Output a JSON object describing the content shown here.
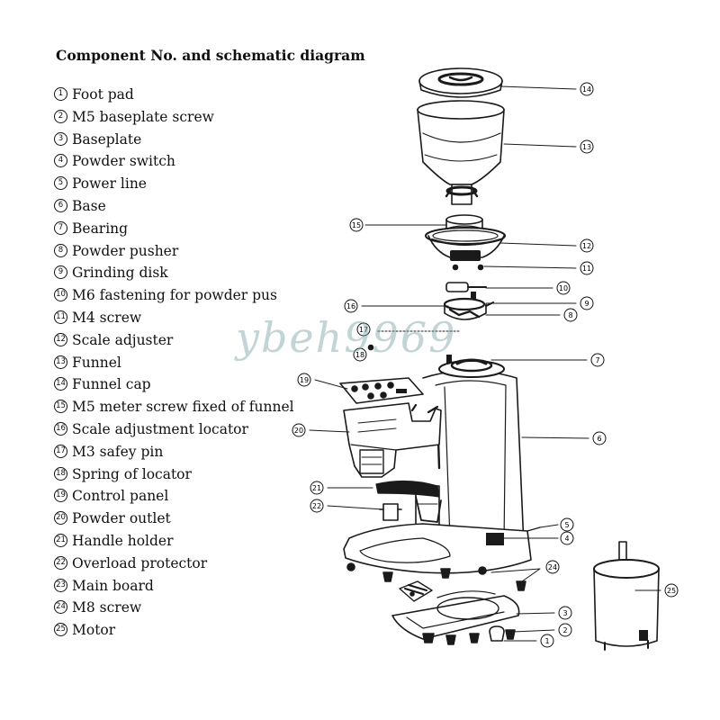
{
  "title": "Component No. and schematic diagram",
  "watermark": "ybeh9969",
  "components": [
    {
      "no": "1",
      "name": "Foot pad"
    },
    {
      "no": "2",
      "name": "M5 baseplate screw"
    },
    {
      "no": "3",
      "name": "Baseplate"
    },
    {
      "no": "4",
      "name": "Powder switch"
    },
    {
      "no": "5",
      "name": "Power line"
    },
    {
      "no": "6",
      "name": "Base"
    },
    {
      "no": "7",
      "name": "Bearing"
    },
    {
      "no": "8",
      "name": "Powder pusher"
    },
    {
      "no": "9",
      "name": "Grinding disk"
    },
    {
      "no": "10",
      "name": "M6 fastening  for powder pus"
    },
    {
      "no": "11",
      "name": "M4 screw"
    },
    {
      "no": "12",
      "name": "Scale adjuster"
    },
    {
      "no": "13",
      "name": "Funnel"
    },
    {
      "no": "14",
      "name": "Funnel cap"
    },
    {
      "no": "15",
      "name": "M5 meter screw fixed of funnel"
    },
    {
      "no": "16",
      "name": "Scale adjustment locator"
    },
    {
      "no": "17",
      "name": "M3 safey pin"
    },
    {
      "no": "18",
      "name": "Spring of locator"
    },
    {
      "no": "19",
      "name": "Control panel"
    },
    {
      "no": "20",
      "name": "Powder outlet"
    },
    {
      "no": "21",
      "name": "Handle holder"
    },
    {
      "no": "22",
      "name": "Overload protector"
    },
    {
      "no": "23",
      "name": "Main board"
    },
    {
      "no": "24",
      "name": "M8 screw"
    },
    {
      "no": "25",
      "name": "Motor"
    }
  ],
  "callout_labels": [
    "14",
    "13",
    "15",
    "12",
    "11",
    "10",
    "16",
    "9",
    "8",
    "17",
    "18",
    "7",
    "19",
    "20",
    "6",
    "21",
    "22",
    "5",
    "4",
    "24",
    "25",
    "3",
    "2",
    "1"
  ]
}
